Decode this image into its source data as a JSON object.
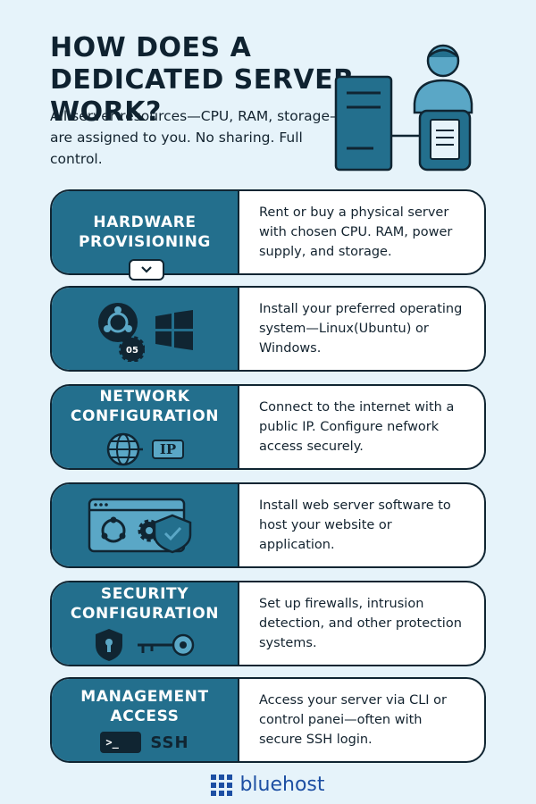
{
  "header": {
    "title": "HOW DOES A DEDICATED SERVER WORK?",
    "intro": "All server resources—CPU, RAM, storage—are assigned to you. No sharing. Full control."
  },
  "steps": [
    {
      "title": "HARDWARE PROVISIONING",
      "description": "Rent or buy a physical server with chosen CPU. RAM, power supply, and storage."
    },
    {
      "title": "",
      "description": "Install your preferred operating system—Linux(Ubuntu) or Windows.",
      "os_badge": "05"
    },
    {
      "title": "NETWORK CONFIGURATION",
      "description": "Connect to the internet with a public IP. Configure nefwork access securely.",
      "ip_label": "IP"
    },
    {
      "title": "",
      "description": "Install web server software to host your website or application."
    },
    {
      "title": "SECURITY CONFIGURATION",
      "description": "Set up firewalls, intrusion detection, and other protection systems."
    },
    {
      "title": "MANAGEMENT ACCESS",
      "description": "Access your server via CLI or control panei—often with secure SSH login.",
      "ssh_label": "SSH",
      "prompt": ">_"
    }
  ],
  "brand": {
    "name": "bluehost"
  },
  "colors": {
    "accent": "#236f8d",
    "background": "#e6f3fa",
    "outline": "#102532",
    "brand": "#1d4fa3"
  }
}
